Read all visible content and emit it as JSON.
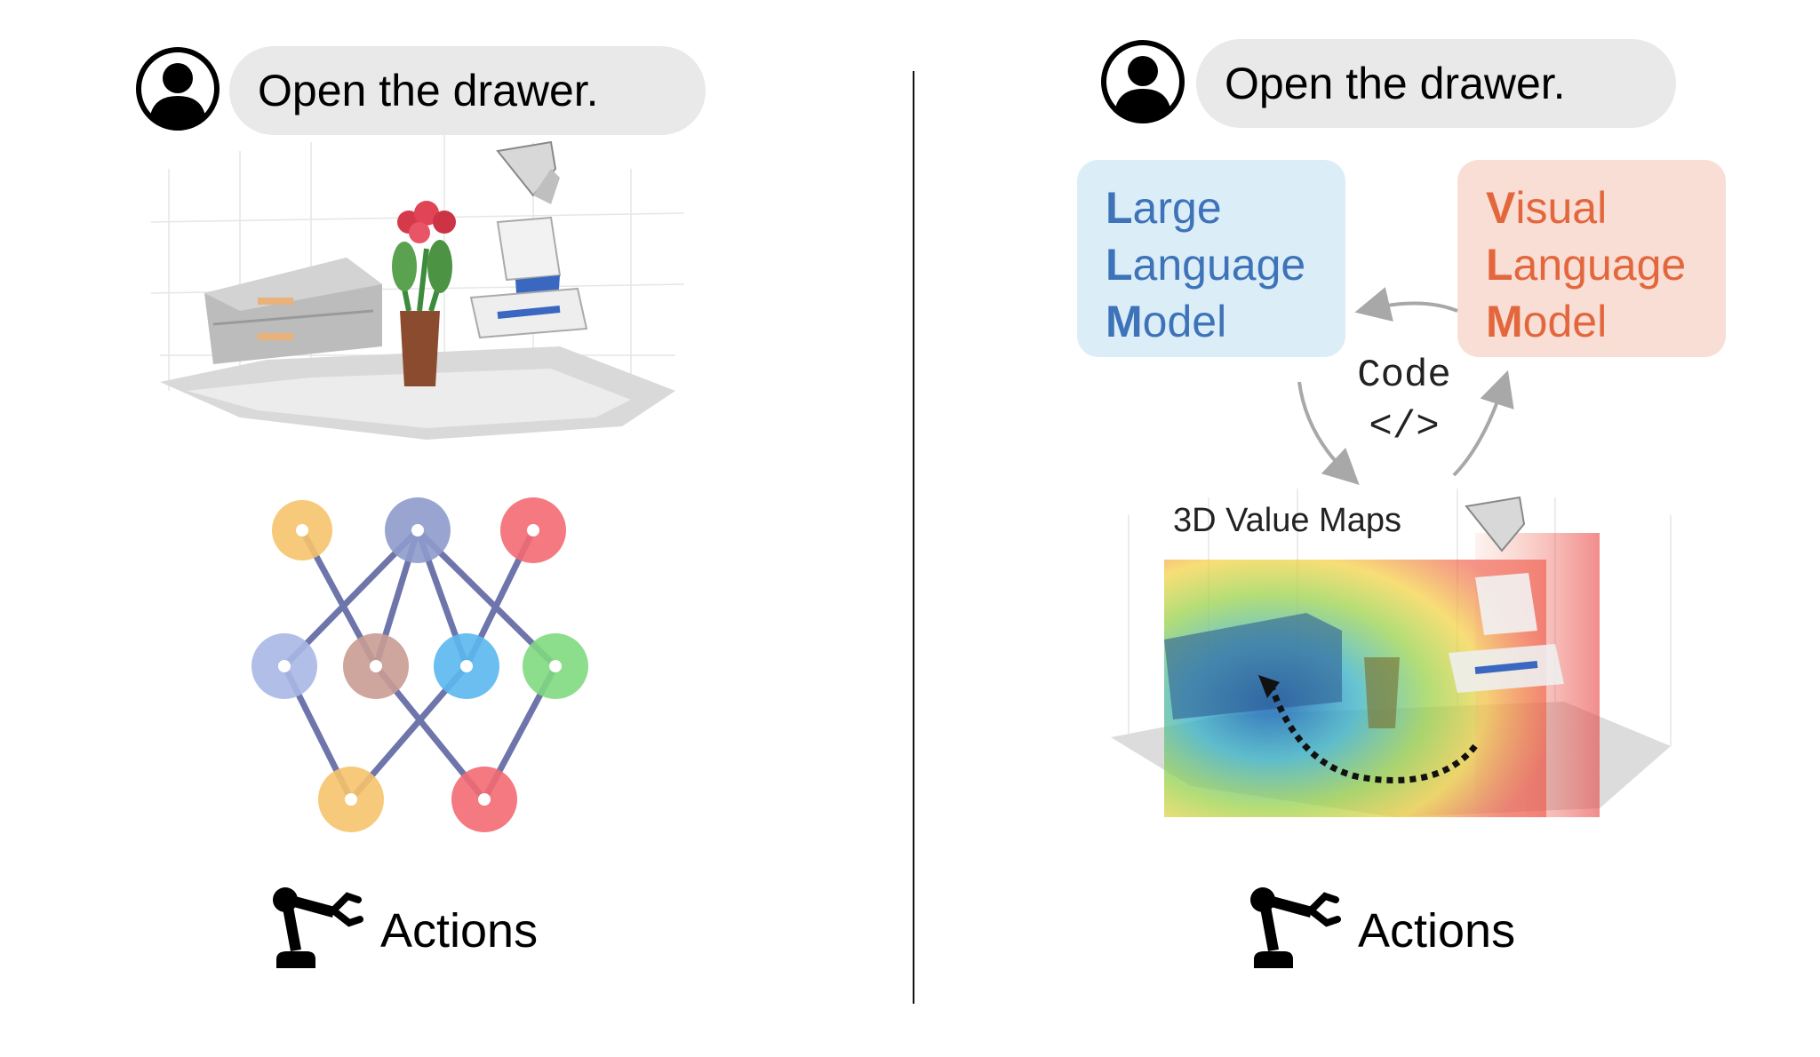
{
  "left_panel": {
    "instruction": "Open the drawer.",
    "actions_label": "Actions",
    "node_colors": [
      "#f6c36b",
      "#8e9bcb",
      "#f36a72",
      "#a9b8e6",
      "#c99c94",
      "#5ab8ee",
      "#7fd97f",
      "#f6c36b",
      "#f36a72"
    ]
  },
  "right_panel": {
    "instruction": "Open the drawer.",
    "llm": {
      "line1": "arge",
      "line2": "anguage",
      "line3": "odel",
      "cap1": "L",
      "cap2": "L",
      "cap3": "M"
    },
    "vlm": {
      "line1": "isual",
      "line2": "anguage",
      "line3": "odel",
      "cap1": "V",
      "cap2": "L",
      "cap3": "M"
    },
    "code_label": "Code",
    "code_symbol": "</>",
    "value_maps_label": "3D Value Maps",
    "actions_label": "Actions"
  },
  "colors": {
    "llm_text": "#3f73b9",
    "llm_bg": "#dbeef8",
    "vlm_text": "#e3673c",
    "vlm_bg": "#f9ded6",
    "bubble_bg": "#e9e9e9",
    "edge": "#6e75ab"
  }
}
